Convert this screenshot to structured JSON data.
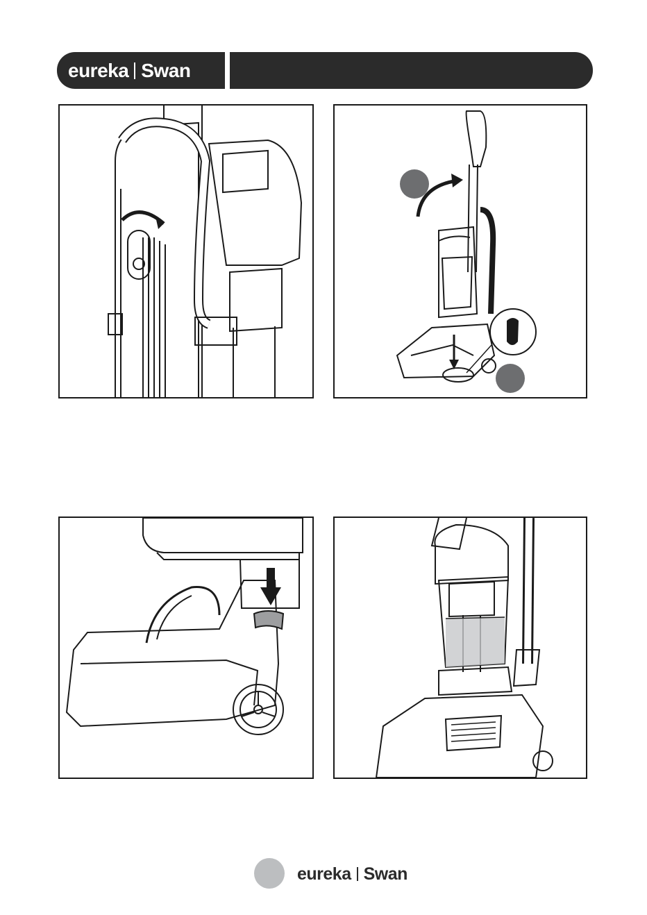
{
  "header": {
    "brand_primary": "eureka",
    "brand_secondary": "Swan",
    "bar_color": "#2b2b2b"
  },
  "panels": [
    {
      "id": "hose-release",
      "icon": "cord-hook-rotate-illustration"
    },
    {
      "id": "handle-recline",
      "icon": "foot-pedal-illustration"
    },
    {
      "id": "nozzle-lock",
      "icon": "foot-press-illustration"
    },
    {
      "id": "dust-cup",
      "icon": "dust-cup-illustration"
    }
  ],
  "footer": {
    "brand_primary": "eureka",
    "brand_secondary": "Swan"
  },
  "colors": {
    "step_marker": "#6d6e70",
    "page_marker": "#bcbec0",
    "accent_gray": "#9d9ea0"
  }
}
